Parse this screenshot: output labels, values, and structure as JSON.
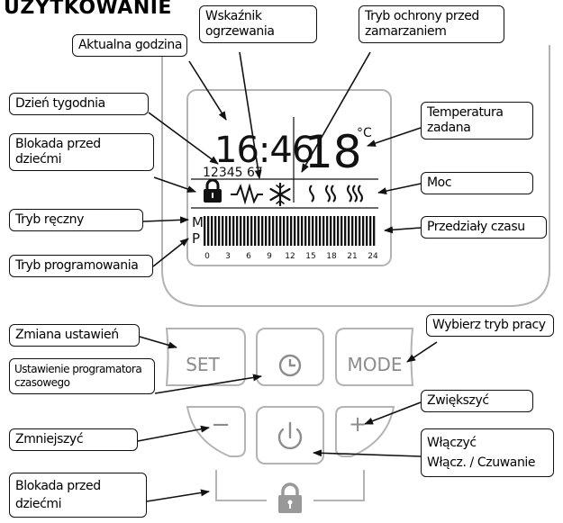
{
  "title": "UŻYTKOWANIE",
  "callouts": {
    "aktualna_godzina": "Aktualna godzina",
    "wskaznik_ogrzewania": [
      "Wskaźnik",
      "ogrzewania"
    ],
    "tryb_ochrony": [
      "Tryb ochrony przed",
      "zamarzaniem"
    ],
    "dzien_tygodnia": "Dzień tygodnia",
    "temperatura_zadana": [
      "Temperatura",
      "zadana"
    ],
    "blokada_lcd": [
      "Blokada przed",
      "dziećmi"
    ],
    "moc": "Moc",
    "tryb_reczny": "Tryb ręczny",
    "przedzialy_czasu": "Przedziały czasu",
    "tryb_programowania": "Tryb programowania",
    "zmiana_ustawien": "Zmiana ustawień",
    "wybierz_tryb": "Wybierz tryb pracy",
    "ustawienie_programatora": [
      "Ustawienie programatora",
      "czasowego"
    ],
    "zwiekszyc": "Zwiększyć",
    "zmniejszyc": "Zmniejszyć",
    "wlaczyc": [
      "Włączyć",
      "Włącz. / Czuwanie"
    ],
    "blokada_buttons": [
      "Blokada przed",
      "dziećmi"
    ]
  },
  "display": {
    "time": "16:46",
    "temperature": "18",
    "unit": "°C",
    "days": "12345 67",
    "mode_manual": "M",
    "mode_program": "P",
    "hour_ticks": [
      "0",
      "3",
      "6",
      "9",
      "12",
      "15",
      "18",
      "21",
      "24"
    ]
  },
  "buttons": {
    "set": "SET",
    "mode": "MODE",
    "minus": "−",
    "plus": "+"
  },
  "colors": {
    "line": "#111111",
    "frame": "#b3b3b3",
    "button_text": "#8c8c8c"
  },
  "icons": [
    "lock-icon",
    "heating-icon",
    "snowflake-icon",
    "power-level-icon",
    "clock-icon",
    "power-icon",
    "padlock-icon"
  ]
}
